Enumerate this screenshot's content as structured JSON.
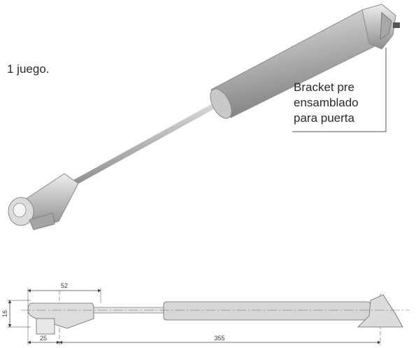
{
  "captions": {
    "quantity": "1 juego.",
    "bracket_line1": "Bracket pre",
    "bracket_line2": "ensamblado",
    "bracket_line3": "para puerta"
  },
  "drawing": {
    "dim_top": "52",
    "dim_side": "16",
    "dim_bottom_left": "25",
    "dim_total": "355"
  }
}
